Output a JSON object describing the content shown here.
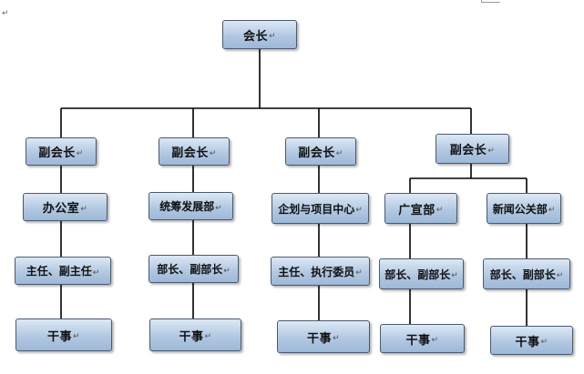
{
  "org_chart": {
    "root": "会长",
    "paragraph_mark": "↵",
    "vice_presidents": [
      "副会长",
      "副会长",
      "副会长",
      "副会长"
    ],
    "departments": [
      "办公室",
      "统筹发展部",
      "企划与项目中心",
      "广宣部",
      "新闻公关部"
    ],
    "heads": [
      "主任、副主任",
      "部长、副部长",
      "主任、执行委员",
      "部长、副部长",
      "部长、副部长"
    ],
    "staff": [
      "干事",
      "干事",
      "干事",
      "干事",
      "干事"
    ]
  }
}
